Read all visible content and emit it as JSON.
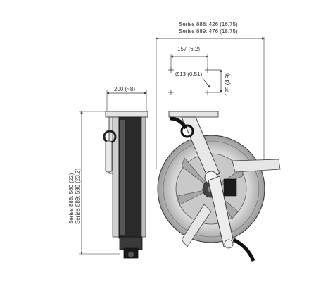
{
  "dimensions": {
    "overall_width_888": "Series 888: 426 (16.75)",
    "overall_width_889": "Series 889: 476 (18.75)",
    "mount_spacing": "157 (6.2)",
    "hole_diameter": "Ø13 (0.51)",
    "mount_vertical": "125 (4.9)",
    "depth": "200 (~8)",
    "height_888": "Series 888: 560 (22)",
    "height_889": "Series 889: 590 (23.2)"
  },
  "colors": {
    "line": "#333333",
    "metal_light": "#e6e6e6",
    "metal_mid": "#c8c8c8",
    "hose_dark": "#1a1a1a"
  }
}
